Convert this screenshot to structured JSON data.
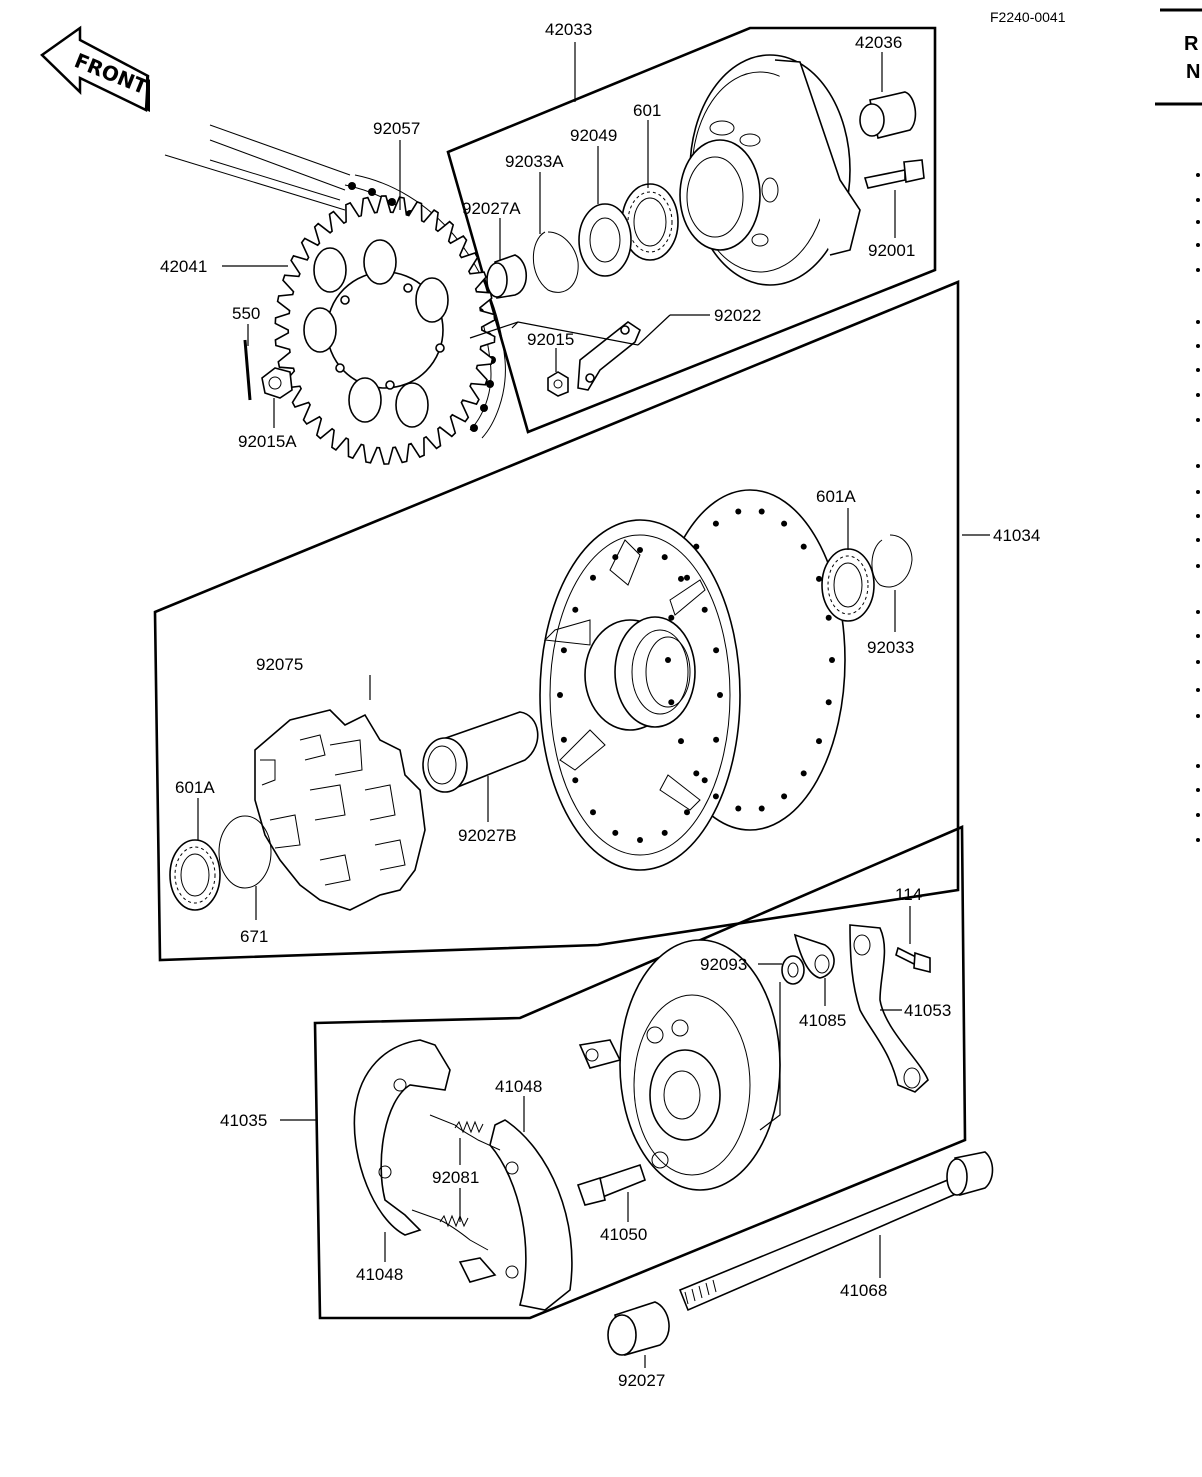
{
  "diagram_code": "F2240-0041",
  "front_label": "FRONT",
  "cut_off_text": [
    "R",
    "N"
  ],
  "parts": {
    "p42033": "42033",
    "p42036": "42036",
    "p92057": "92057",
    "p601": "601",
    "p92049": "92049",
    "p92033A": "92033A",
    "p92027A": "92027A",
    "p92001": "92001",
    "p42041": "42041",
    "p550": "550",
    "p92022": "92022",
    "p92015": "92015",
    "p92015A": "92015A",
    "p601A_top": "601A",
    "p41034": "41034",
    "p92033": "92033",
    "p92075": "92075",
    "p601A_left": "601A",
    "p92027B": "92027B",
    "p671": "671",
    "p114": "114",
    "p92093": "92093",
    "p41085": "41085",
    "p41053": "41053",
    "p41048_top": "41048",
    "p41035": "41035",
    "p92081": "92081",
    "p41050": "41050",
    "p41048_bottom": "41048",
    "p41068": "41068",
    "p92027": "92027"
  }
}
